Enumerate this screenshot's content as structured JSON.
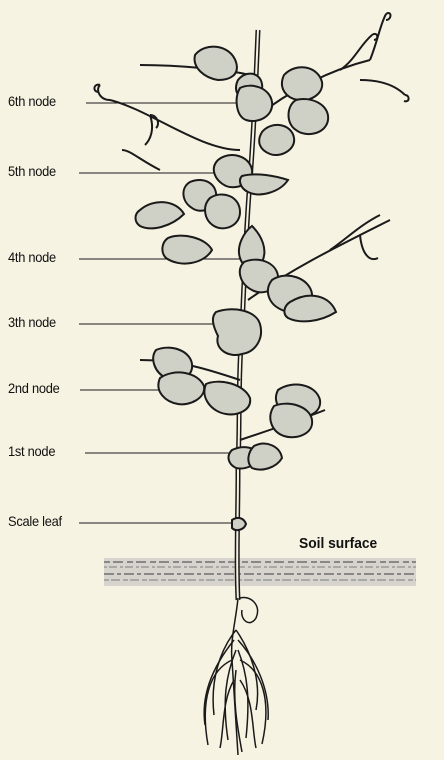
{
  "labels": {
    "node6": "6th node",
    "node5": "5th node",
    "node4": "4th node",
    "node3": "3th node",
    "node2": "2nd node",
    "node1": "1st node",
    "scale_leaf": "Scale leaf",
    "soil_surface": "Soil surface"
  },
  "colors": {
    "background": "#f7f3e2",
    "leaf_fill": "#cfd0c6",
    "outline": "#1a1a1a",
    "soil_band": "#c9c9c9"
  }
}
